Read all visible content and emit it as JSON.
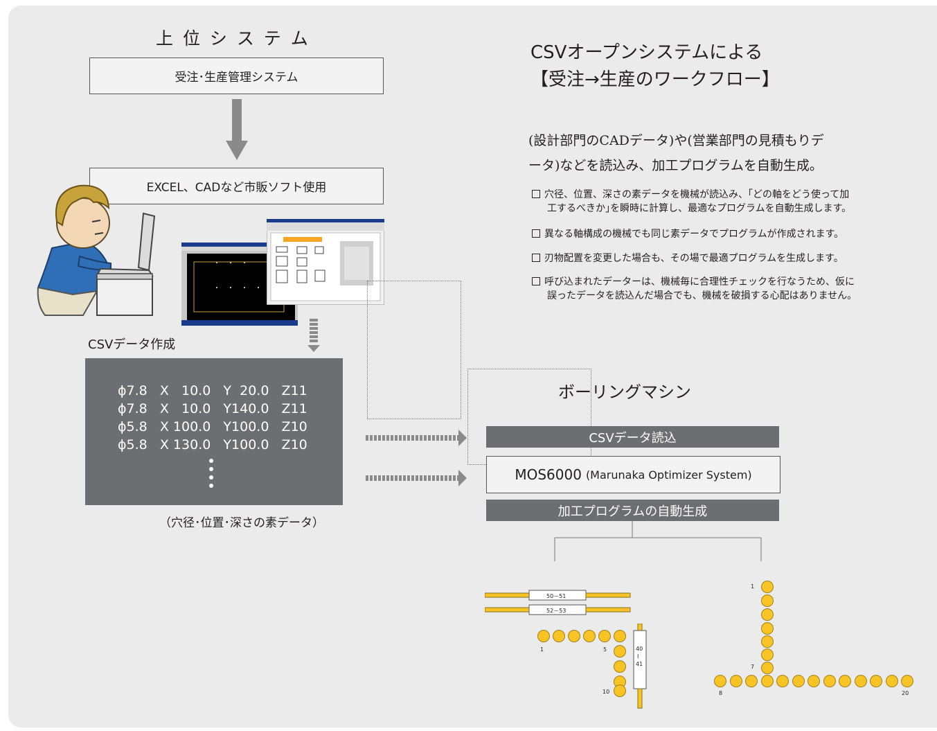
{
  "upper_system": {
    "title": "上 位 シ ス テ ム",
    "order_box": "受注･生産管理システム",
    "software_box": "EXCEL、CADなど市販ソフト使用"
  },
  "heading": {
    "line1": "CSVオープンシステムによる",
    "line2": "【受注→生産のワークフロー】"
  },
  "lead": {
    "line1": "(設計部門のCADデータ)や(営業部門の見積もりデ",
    "line2": "ータ)などを読込み、加工プログラムを自動生成。"
  },
  "bullets": [
    {
      "line1": "穴径、位置、深さの素データを機械が読込み、｢どの軸をどう使って加",
      "line2": "工するべきか｣を瞬時に計算し、最適なプログラムを自動生成します。"
    },
    {
      "line1": "異なる軸構成の機械でも同じ素データでプログラムが作成されます。",
      "line2": ""
    },
    {
      "line1": "刃物配置を変更した場合も、その場で最適プログラムを生成します。",
      "line2": ""
    },
    {
      "line1": "呼び込まれたデーターは、機械毎に合理性チェックを行なうため、仮に",
      "line2": "誤ったデータを読込んだ場合でも、機械を破損する心配はありません。"
    }
  ],
  "csv": {
    "label": "CSVデータ作成",
    "rows": [
      "ϕ7.8   X   10.0   Y  20.0   Z11",
      "ϕ7.8   X   10.0   Y140.0   Z11",
      "ϕ5.8   X 100.0   Y100.0   Z10",
      "ϕ5.8   X 130.0   Y100.0   Z10"
    ],
    "caption": "（穴径･位置･深さの素データ）"
  },
  "machine": {
    "title": "ボーリングマシン",
    "step1": "CSVデータ読込",
    "step2_main": "MOS6000",
    "step2_sub": "(Marunaka Optimizer System)",
    "step3": "加工プログラムの自動生成"
  },
  "left_head": {
    "bar1": "50－51",
    "bar2": "52－53",
    "row_start": "1",
    "row_end": "5",
    "col_end": "10",
    "vertical_unit_top": "40",
    "vertical_unit_mid": "I",
    "vertical_unit_bottom": "41"
  },
  "right_head": {
    "top": "1",
    "corner": "7",
    "row_start": "8",
    "row_end": "20"
  },
  "colors": {
    "panel": "#ebebeb",
    "dark_bar": "#6d6e71",
    "drill": "#f7c325",
    "arrow": "#8a8a8a",
    "shirt": "#2f6fb7",
    "hair": "#c8a23a"
  }
}
